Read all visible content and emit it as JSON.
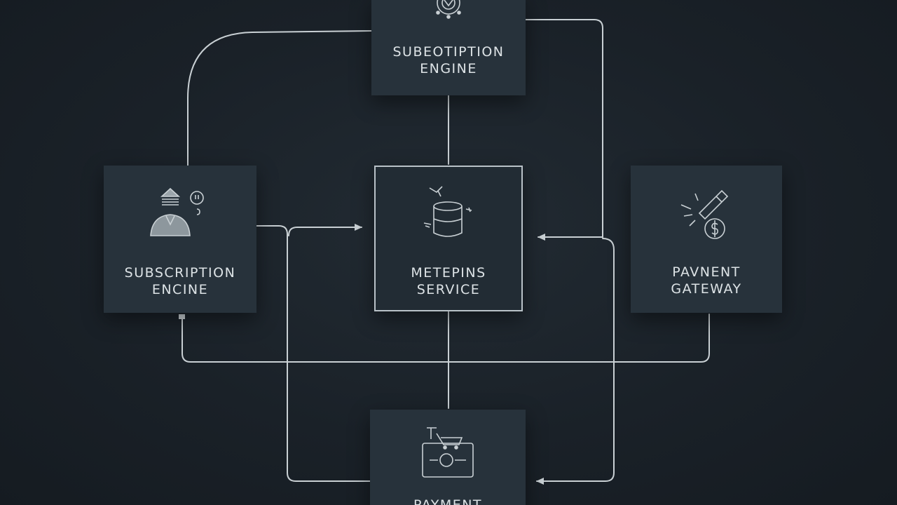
{
  "nodes": {
    "top": {
      "line1": "SUBEOTIPTION",
      "line2": "ENGINE"
    },
    "left": {
      "line1": "SUBSCRIPTION",
      "line2": "ENCINE"
    },
    "center": {
      "line1": "METEPINS",
      "line2": "SERVICE"
    },
    "right": {
      "line1": "PAVNENT",
      "line2": "GATEWAY"
    },
    "bottom": {
      "line1": "PAYMENT"
    }
  },
  "colors": {
    "background": "#1a2128",
    "node": "#27323b",
    "line": "#c9d0d4",
    "text": "#dde3e6"
  }
}
